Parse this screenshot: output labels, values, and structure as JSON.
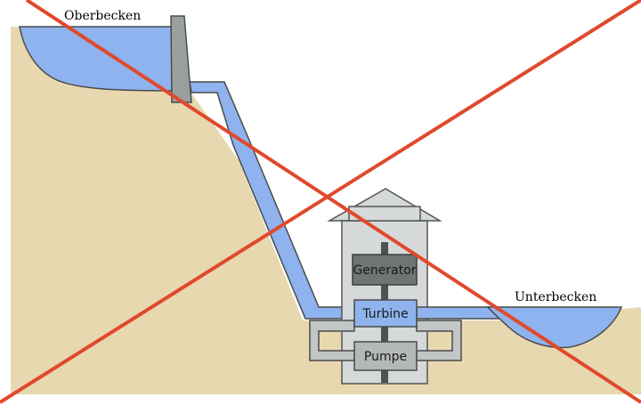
{
  "labels": {
    "upper_reservoir": "Oberbecken",
    "lower_reservoir": "Unterbecken",
    "generator": "Generator",
    "turbine": "Turbine",
    "pump": "Pumpe"
  },
  "colors": {
    "ground": "#e8d8b0",
    "water": "#8fb3ee",
    "water_stroke": "#4a4a4a",
    "concrete": "#9aa0a0",
    "building": "#d6d9d9",
    "building_stroke": "#555555",
    "generator": "#6f7474",
    "pump": "#b5b8b8",
    "pipe_gray": "#c3c6c6",
    "shaft": "#4d5252",
    "cross": "#e0492b"
  },
  "overlay": {
    "type": "cross",
    "description_icon": "cross-out-mark"
  }
}
